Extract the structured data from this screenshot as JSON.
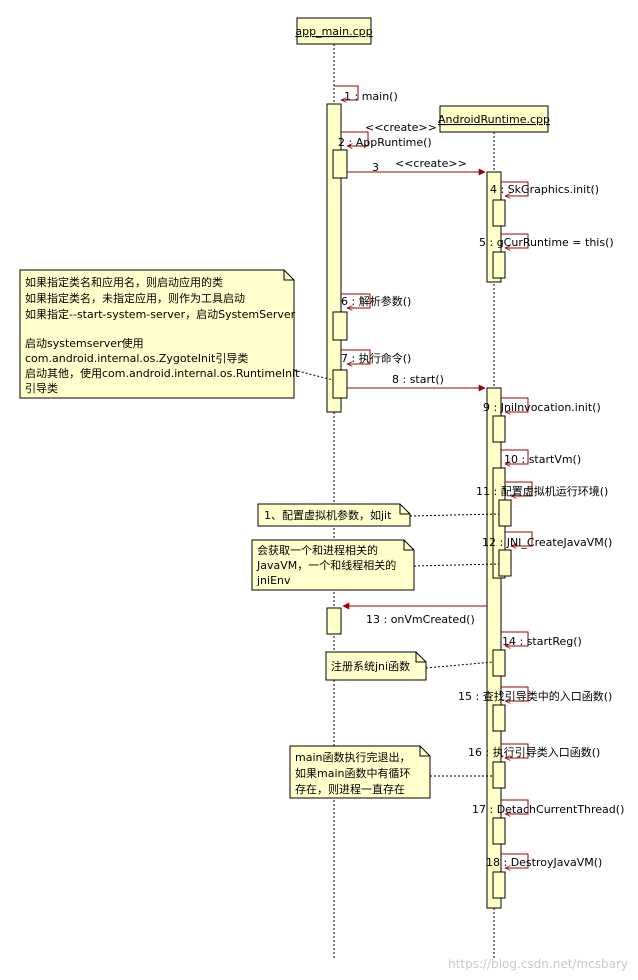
{
  "lifelines": {
    "app_main": "app_main.cpp",
    "android_runtime": "AndroidRuntime.cpp"
  },
  "messages": [
    "1 : main()",
    "<<create>>",
    "2 : AppRuntime()",
    "<<create>>",
    "3",
    "4 : SkGraphics.init()",
    "5 : gCurRuntime = this()",
    "6 : 解析参数()",
    "7 : 执行命令()",
    "8 : start()",
    "9 : JniInvocation.init()",
    "10 : startVm()",
    "11 : 配置虚拟机运行环境()",
    "12 : JNI_CreateJavaVM()",
    "13 : onVmCreated()",
    "14 : startReg()",
    "15 : 查找引导类中的入口函数()",
    "16 : 执行引导类入口函数()",
    "17 : DetachCurrentThread()",
    "18 : DestroyJavaVM()"
  ],
  "notes": {
    "launch": [
      "如果指定类名和应用名，则启动应用的类",
      "如果指定类名，未指定应用，则作为工具启动",
      "如果指定--start-system-server，启动SystemServer",
      "",
      "启动systemserver使用",
      "com.android.internal.os.ZygoteInit引导类",
      "启动其他，使用com.android.internal.os.RuntimeInit",
      "引导类"
    ],
    "vm_params": [
      "1、配置虚拟机参数，如jit"
    ],
    "javavm": [
      "会获取一个和进程相关的",
      "JavaVM，一个和线程相关的",
      "jniEnv"
    ],
    "register_jni": [
      "注册系统jni函数"
    ],
    "main_exit": [
      "main函数执行完退出，",
      "如果main函数中有循环",
      "存在，则进程一直存在"
    ]
  },
  "watermark": "https://blog.csdn.net/mcsbary",
  "colors": {
    "activation_fill": "#ffffc8",
    "note_fill": "#ffffcc",
    "arrow_red": "#990000",
    "stroke": "#000000"
  }
}
